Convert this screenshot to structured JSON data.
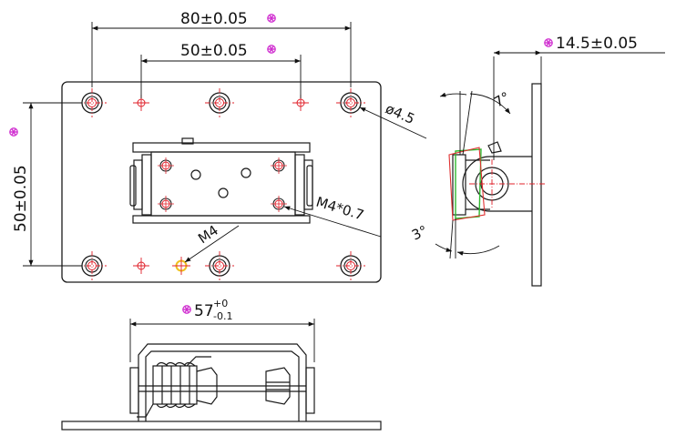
{
  "dimensions": {
    "top_outer": "80±0.05",
    "top_inner": "50±0.05",
    "left_vertical": "50±0.05",
    "side_width": "14.5±0.05",
    "bottom_base": "57",
    "bottom_tol_upper": "+0",
    "bottom_tol_lower": "-0.1"
  },
  "callouts": {
    "hole_diameter": "ø4.5",
    "thread_small": "M4",
    "thread_fine": "M4*0.7",
    "angle_top": "7°",
    "angle_bottom": "3°"
  },
  "colors": {
    "outline": "#1a1a1a",
    "centerline": "#e0202a",
    "critical_mark": "#d030d0",
    "highlight_hole": "#f0c020",
    "alt_profile_green": "#2fb82f",
    "alt_profile_red": "#e03030"
  },
  "icons": {
    "critical_mark": "magenta-asterisk"
  }
}
